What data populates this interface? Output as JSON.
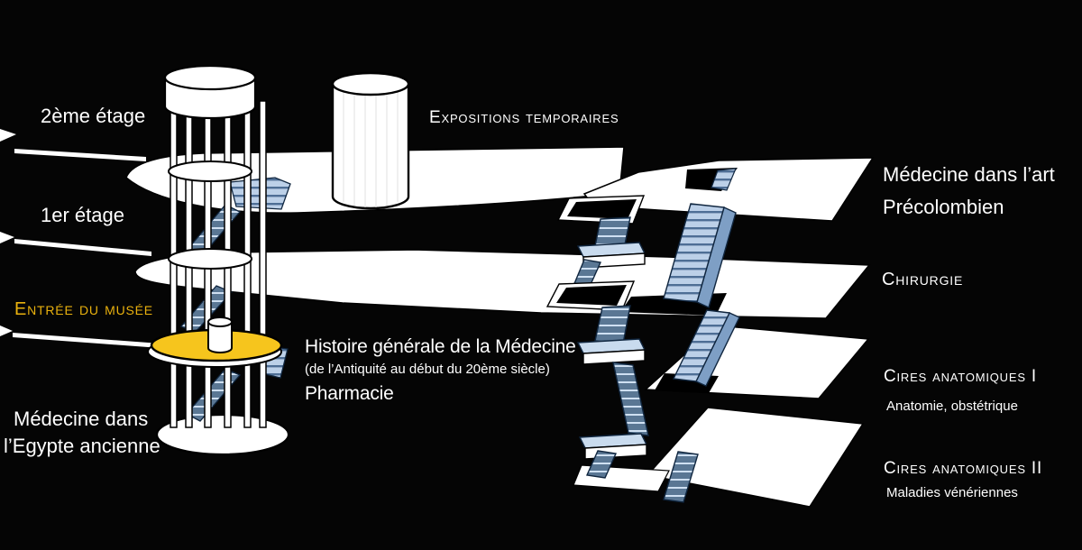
{
  "labels": {
    "floor2": "2ème étage",
    "floor1": "1er étage",
    "entrance": "Entrée du musée",
    "egypt": {
      "line1": "Médecine dans",
      "line2": "l’Egypte ancienne"
    },
    "expositions": "Expositions temporaires",
    "precolombien": {
      "line1": "Médecine dans l’art",
      "line2": "Précolombien"
    },
    "chirurgie": "Chirurgie",
    "histoire": {
      "title": "Histoire générale de la Médecine",
      "subtitle": "(de l’Antiquité au début du 20ème siècle)",
      "second": "Pharmacie"
    },
    "cires1": {
      "title": "Cires anatomiques I",
      "subtitle": "Anatomie, obstétrique"
    },
    "cires2": {
      "title": "Cires anatomiques II",
      "subtitle": "Maladies vénériennes"
    }
  },
  "colors": {
    "background": "#050505",
    "floor_white": "#ffffff",
    "stair_light_blue": "#bcd0e8",
    "stair_dark_blue": "#5a7794",
    "stair_outline": "#10263f",
    "entrance_platform_yellow": "#f6c51d",
    "entrance_text_gold": "#e9b10e",
    "label_white": "#ffffff"
  }
}
